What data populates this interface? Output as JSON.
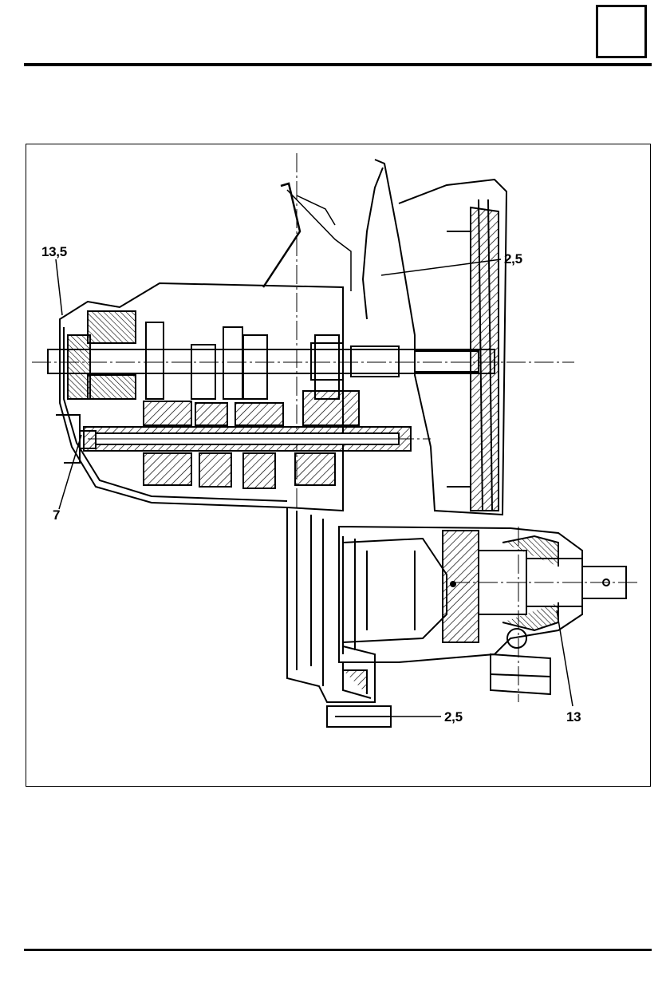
{
  "diagram": {
    "callouts": [
      {
        "id": "c1",
        "text": "13,5"
      },
      {
        "id": "c2",
        "text": "2,5"
      },
      {
        "id": "c3",
        "text": "7"
      },
      {
        "id": "c4",
        "text": "2,5"
      },
      {
        "id": "c5",
        "text": "13"
      }
    ]
  }
}
